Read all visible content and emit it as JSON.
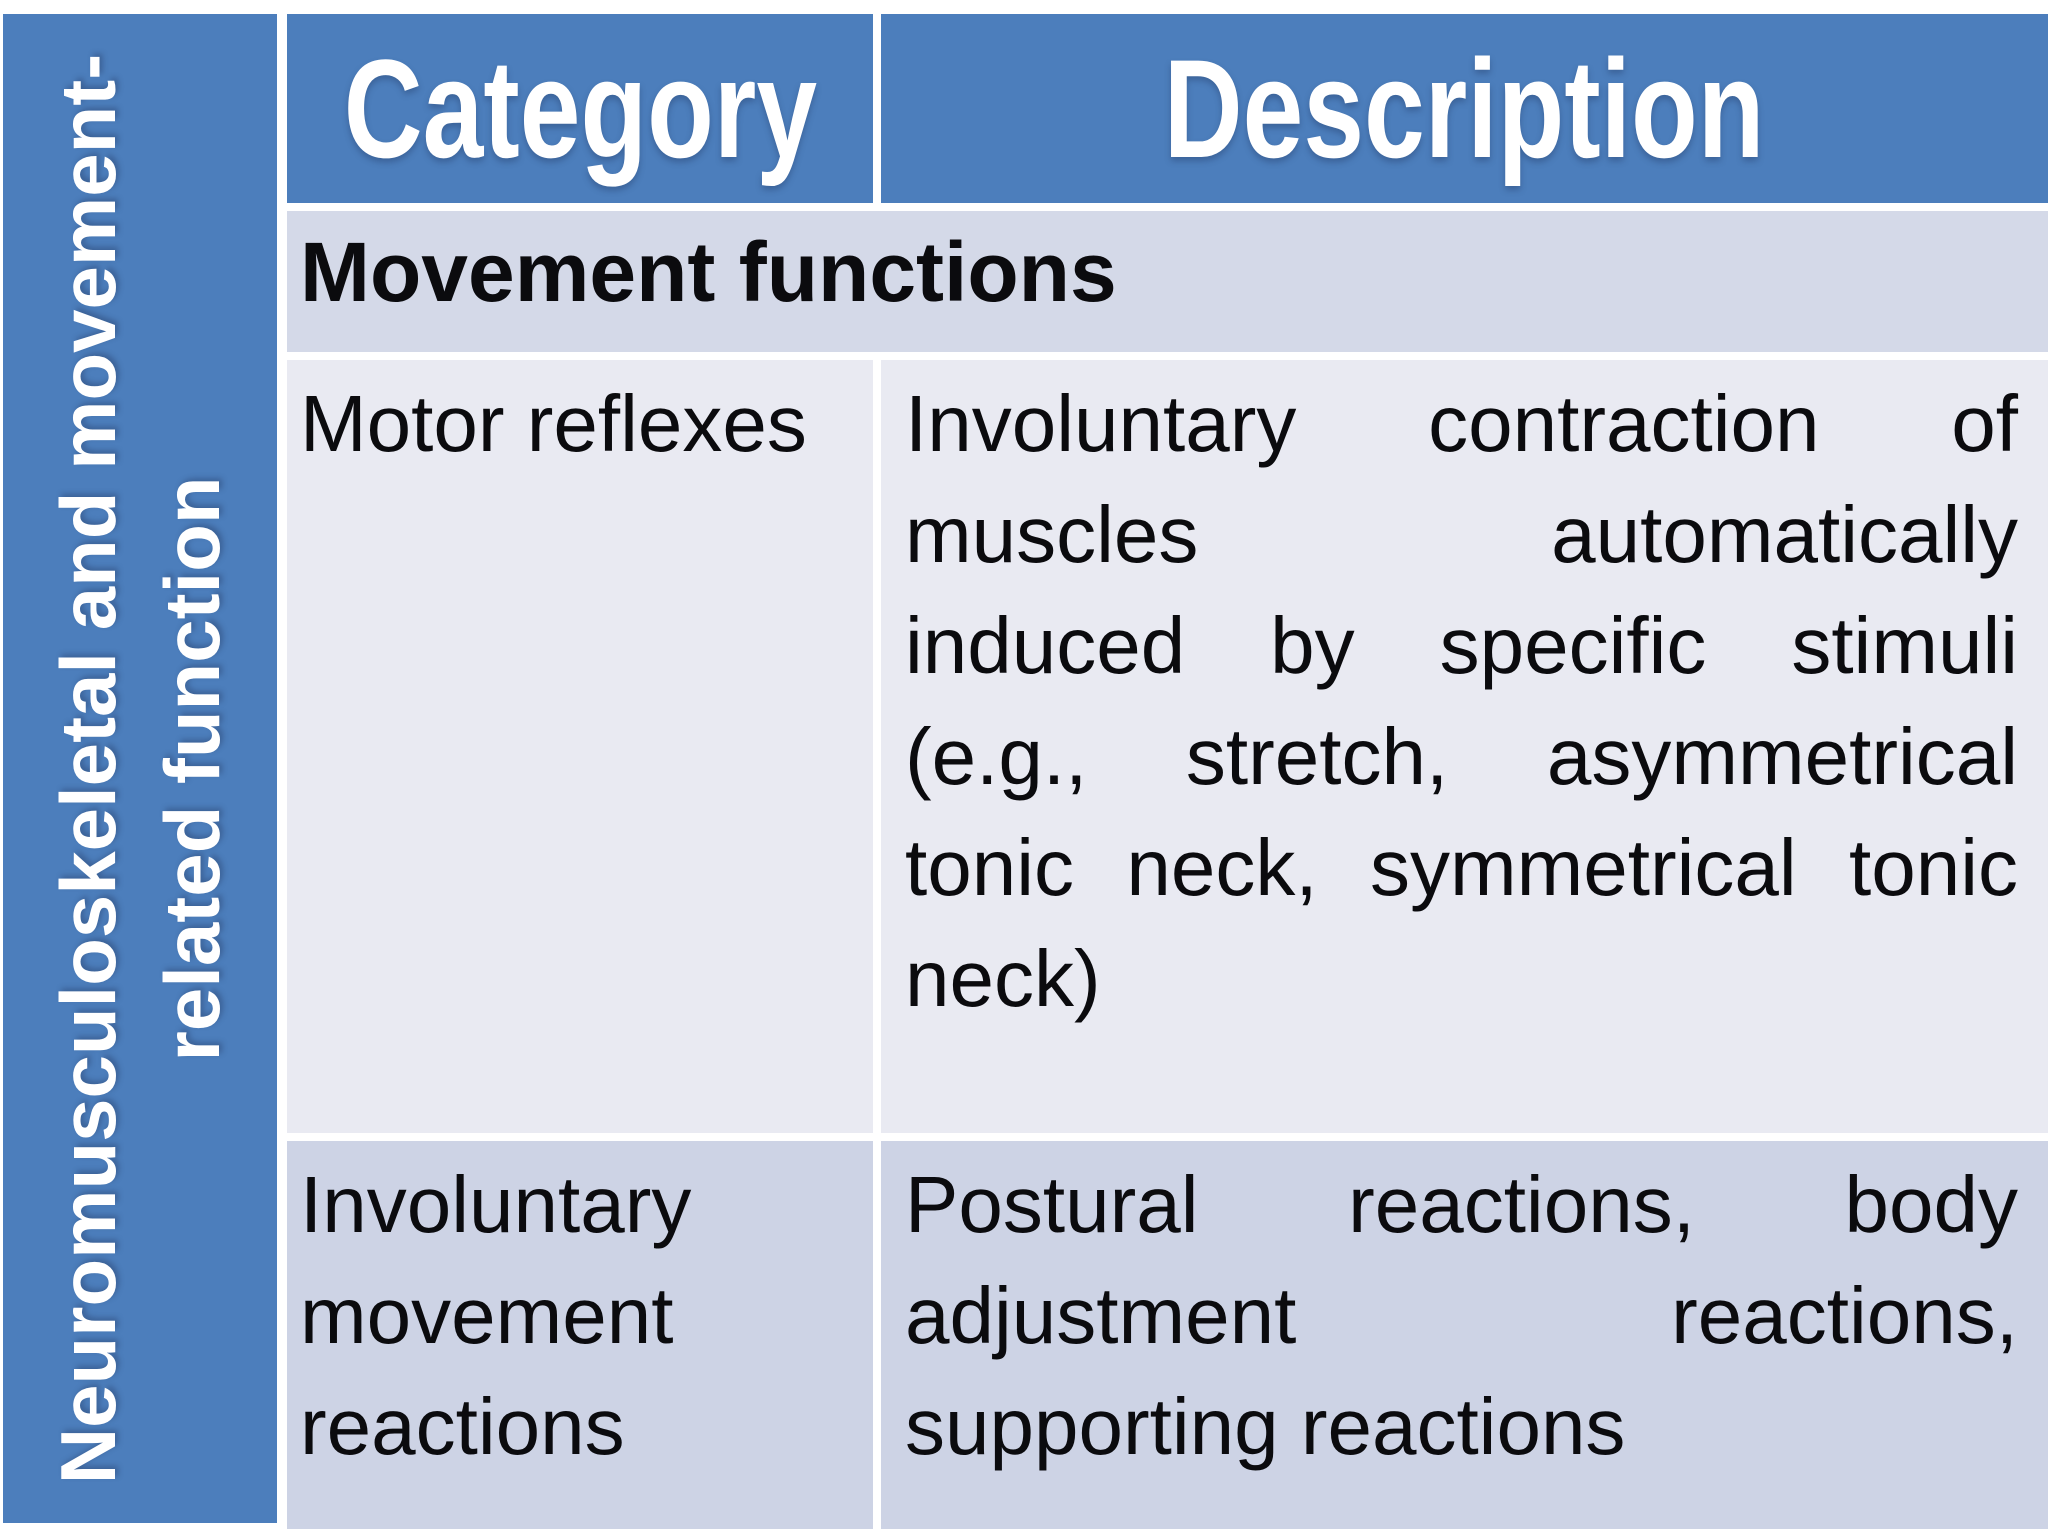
{
  "colors": {
    "accent_blue": "#4C7EBC",
    "band_section": "#D4D9E8",
    "band_light": "#E9EAF2",
    "band_mid": "#CDD3E5",
    "text": "#0b0b0e",
    "divider": "#ffffff"
  },
  "sidebar": {
    "line1": "Neuromusculoskeletal and movement-",
    "line2": "related function"
  },
  "header": {
    "category": "Category",
    "description": "Description"
  },
  "section": {
    "title": "Movement functions"
  },
  "rows": [
    {
      "category": "Motor reflexes",
      "category_lines": [
        "Motor reflexes"
      ],
      "description": "Involuntary contraction of muscles automatically induced by specific stimuli (e.g., stretch, asymmetrical tonic neck, symmetrical tonic neck)",
      "description_lines": [
        "Involuntary contraction of",
        "muscles automatically",
        "induced by specific stimuli",
        "(e.g., stretch, asymmetrical",
        "tonic neck, symmetrical tonic",
        "neck)"
      ]
    },
    {
      "category": "Involuntary movement reactions",
      "category_lines": [
        "Involuntary",
        "movement",
        "reactions"
      ],
      "description": "Postural reactions, body adjustment reactions, supporting reactions",
      "description_lines": [
        "Postural reactions, body",
        "adjustment reactions,",
        "supporting reactions"
      ]
    }
  ]
}
